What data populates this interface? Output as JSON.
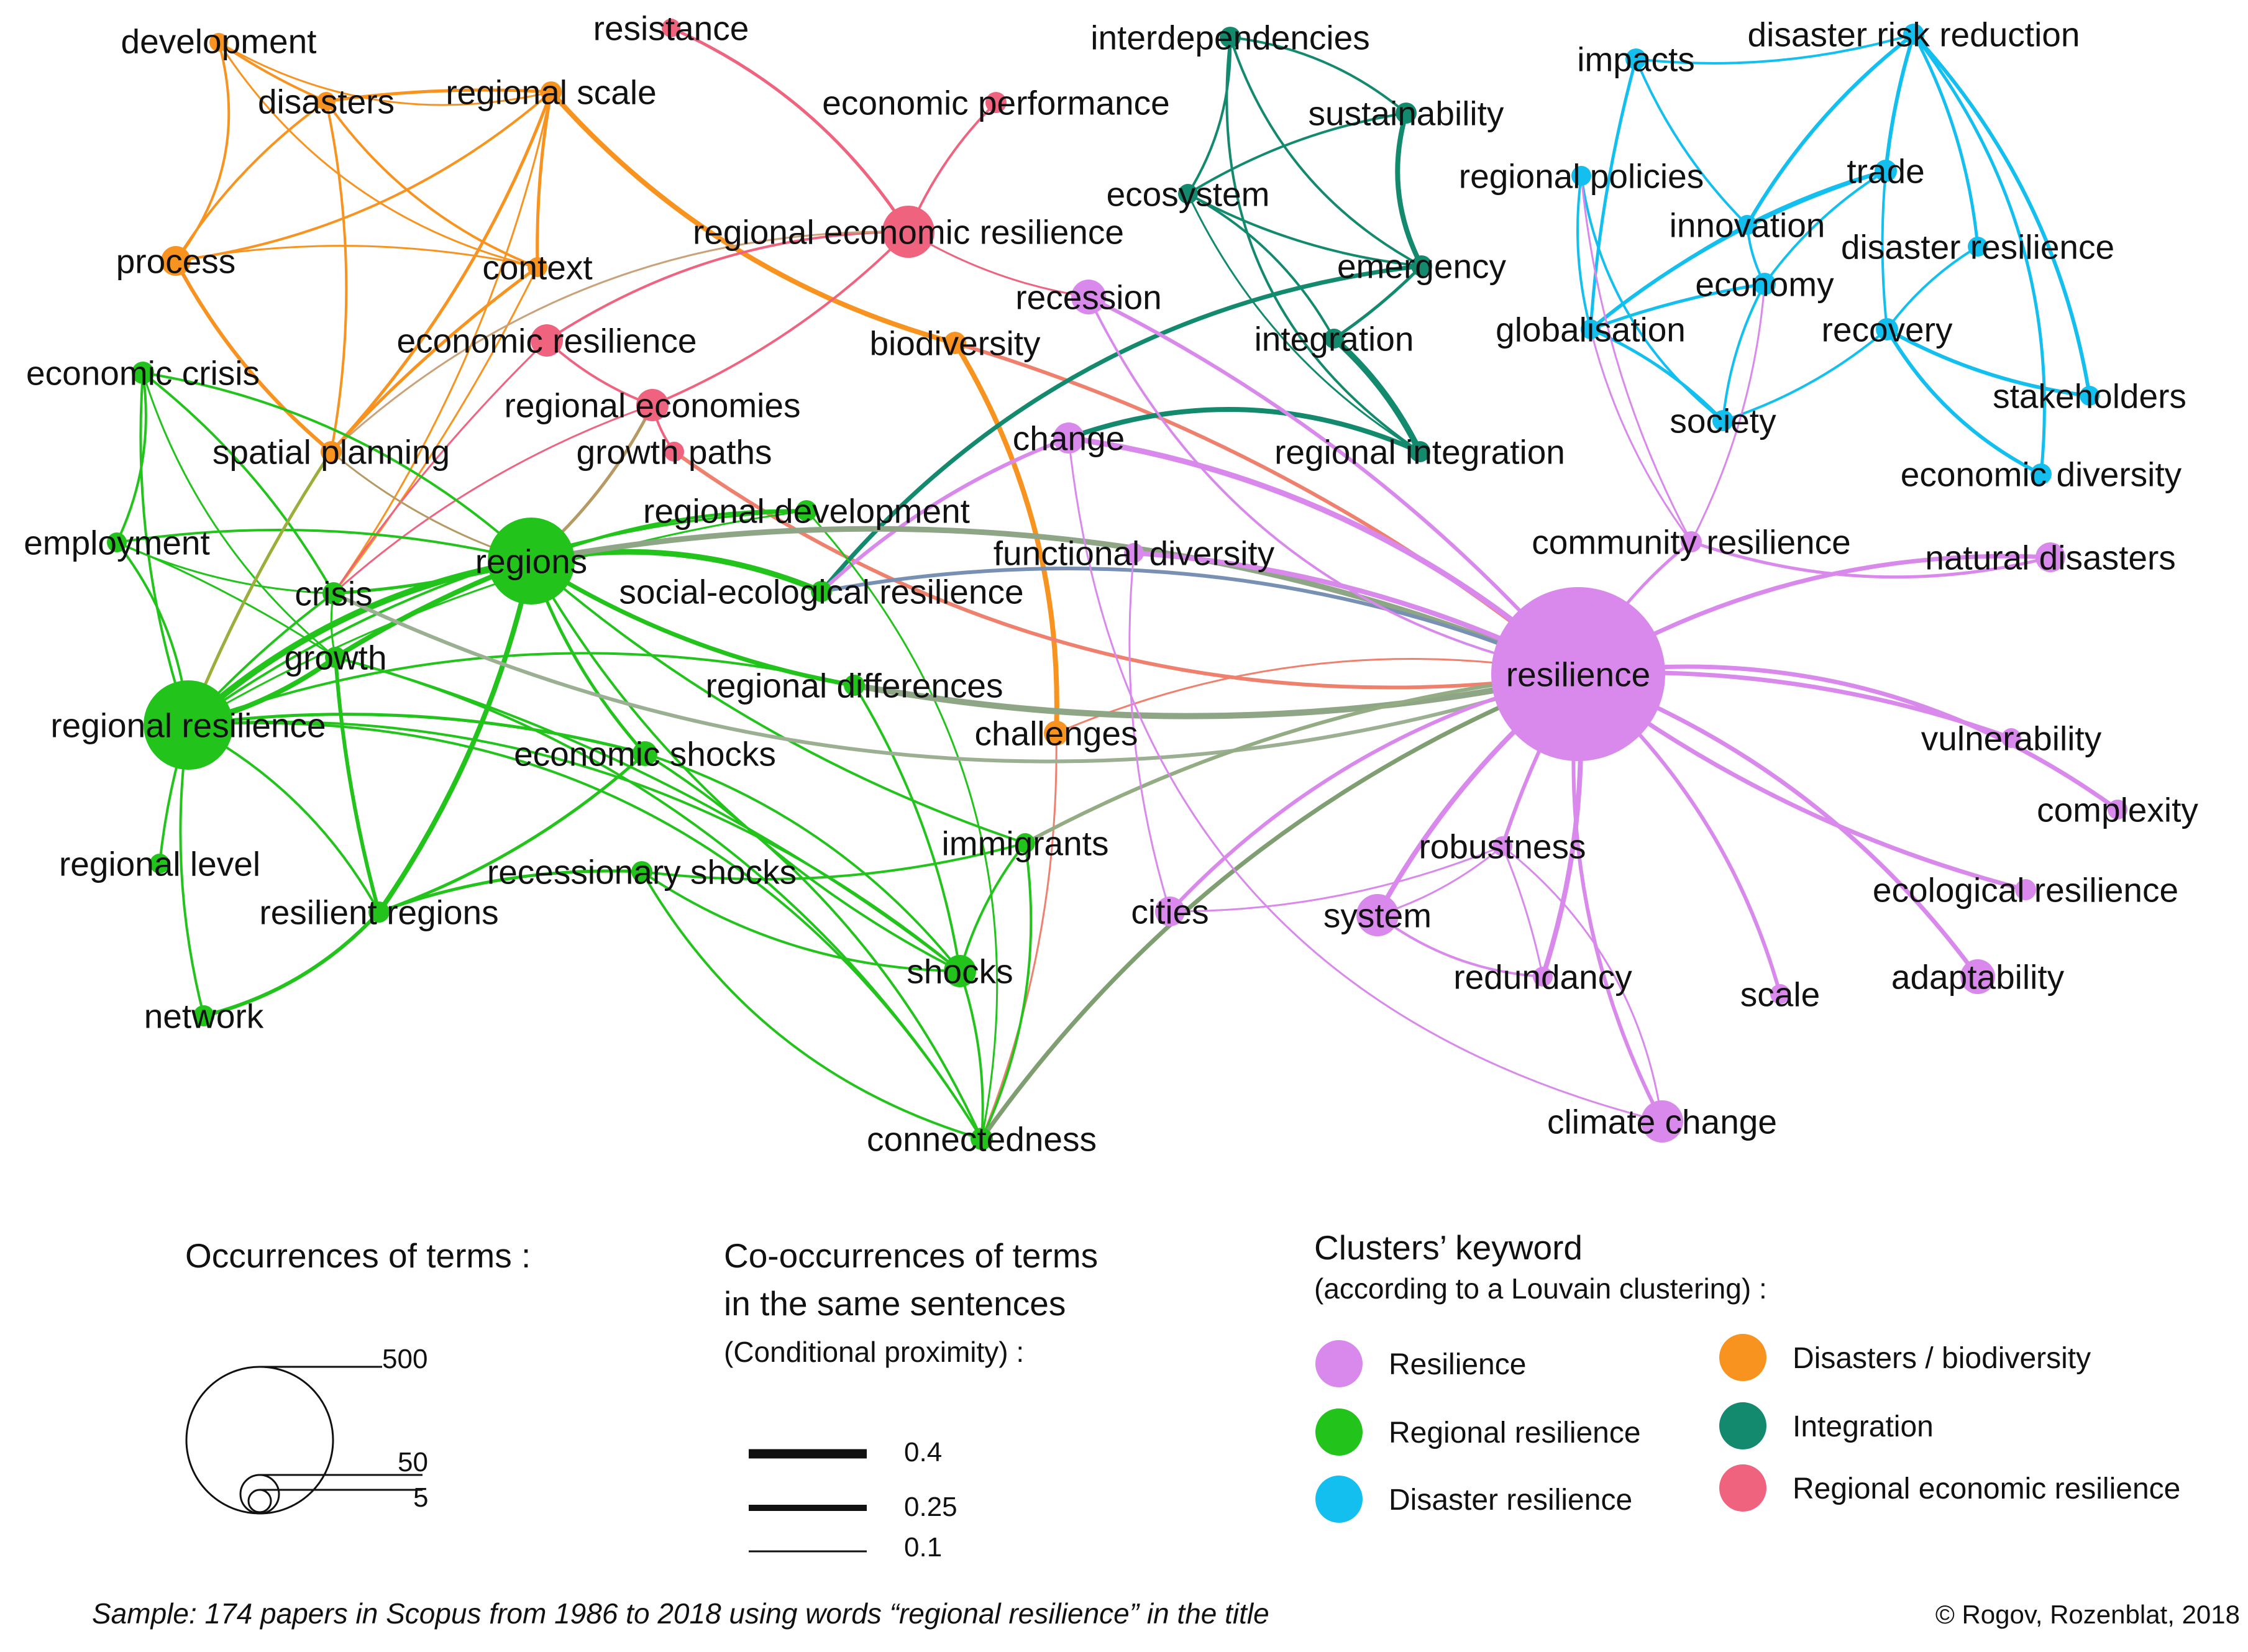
{
  "clusters": {
    "resilience": {
      "label": "Resilience",
      "color": "#D988EC"
    },
    "regional": {
      "label": "Regional resilience",
      "color": "#22C41C"
    },
    "disaster": {
      "label": "Disaster resilience",
      "color": "#12BFEE"
    },
    "biodiv": {
      "label": "Disasters / biodiversity",
      "color": "#F7931E"
    },
    "integration": {
      "label": "Integration",
      "color": "#138A6E"
    },
    "economic": {
      "label": "Regional economic resilience",
      "color": "#F0637F"
    }
  },
  "nodes": [
    {
      "id": "development",
      "label": "development",
      "cluster": "biodiv"
    },
    {
      "id": "disasters",
      "label": "disasters",
      "cluster": "biodiv"
    },
    {
      "id": "regional_scale",
      "label": "regional scale",
      "cluster": "biodiv"
    },
    {
      "id": "process",
      "label": "process",
      "cluster": "biodiv"
    },
    {
      "id": "context",
      "label": "context",
      "cluster": "biodiv"
    },
    {
      "id": "spatial_planning",
      "label": "spatial planning",
      "cluster": "biodiv"
    },
    {
      "id": "biodiversity",
      "label": "biodiversity",
      "cluster": "biodiv"
    },
    {
      "id": "challenges",
      "label": "challenges",
      "cluster": "biodiv"
    },
    {
      "id": "resistance",
      "label": "resistance",
      "cluster": "economic"
    },
    {
      "id": "economic_performance",
      "label": "economic performance",
      "cluster": "economic"
    },
    {
      "id": "regional_economic_resilience",
      "label": "regional economic resilience",
      "cluster": "economic"
    },
    {
      "id": "economic_resilience",
      "label": "economic resilience",
      "cluster": "economic"
    },
    {
      "id": "regional_economies",
      "label": "regional economies",
      "cluster": "economic"
    },
    {
      "id": "growth_paths",
      "label": "growth paths",
      "cluster": "economic"
    },
    {
      "id": "interdependencies",
      "label": "interdependencies",
      "cluster": "integration"
    },
    {
      "id": "sustainability",
      "label": "sustainability",
      "cluster": "integration"
    },
    {
      "id": "ecosystem",
      "label": "ecosystem",
      "cluster": "integration"
    },
    {
      "id": "emergency",
      "label": "emergency",
      "cluster": "integration"
    },
    {
      "id": "integration",
      "label": "integration",
      "cluster": "integration"
    },
    {
      "id": "regional_integration",
      "label": "regional integration",
      "cluster": "integration"
    },
    {
      "id": "impacts",
      "label": "impacts",
      "cluster": "disaster"
    },
    {
      "id": "disaster_risk_reduction",
      "label": "disaster risk reduction",
      "cluster": "disaster"
    },
    {
      "id": "regional_policies",
      "label": "regional policies",
      "cluster": "disaster"
    },
    {
      "id": "trade",
      "label": "trade",
      "cluster": "disaster"
    },
    {
      "id": "innovation",
      "label": "innovation",
      "cluster": "disaster"
    },
    {
      "id": "disaster_resilience",
      "label": "disaster resilience",
      "cluster": "disaster"
    },
    {
      "id": "economy",
      "label": "economy",
      "cluster": "disaster"
    },
    {
      "id": "globalisation",
      "label": "globalisation",
      "cluster": "disaster"
    },
    {
      "id": "recovery",
      "label": "recovery",
      "cluster": "disaster"
    },
    {
      "id": "stakeholders",
      "label": "stakeholders",
      "cluster": "disaster"
    },
    {
      "id": "society",
      "label": "society",
      "cluster": "disaster"
    },
    {
      "id": "economic_diversity",
      "label": "economic diversity",
      "cluster": "disaster"
    },
    {
      "id": "economic_crisis",
      "label": "economic crisis",
      "cluster": "regional"
    },
    {
      "id": "employment",
      "label": "employment",
      "cluster": "regional"
    },
    {
      "id": "crisis",
      "label": "crisis",
      "cluster": "regional"
    },
    {
      "id": "regions",
      "label": "regions",
      "cluster": "regional"
    },
    {
      "id": "regional_development",
      "label": "regional development",
      "cluster": "regional"
    },
    {
      "id": "growth",
      "label": "growth",
      "cluster": "regional"
    },
    {
      "id": "regional_resilience",
      "label": "regional resilience",
      "cluster": "regional"
    },
    {
      "id": "regional_differences",
      "label": "regional differences",
      "cluster": "regional"
    },
    {
      "id": "economic_shocks",
      "label": "economic shocks",
      "cluster": "regional"
    },
    {
      "id": "regional_level",
      "label": "regional level",
      "cluster": "regional"
    },
    {
      "id": "recessionary_shocks",
      "label": "recessionary shocks",
      "cluster": "regional"
    },
    {
      "id": "resilient_regions",
      "label": "resilient regions",
      "cluster": "regional"
    },
    {
      "id": "network",
      "label": "network",
      "cluster": "regional"
    },
    {
      "id": "immigrants",
      "label": "immigrants",
      "cluster": "regional"
    },
    {
      "id": "shocks",
      "label": "shocks",
      "cluster": "regional"
    },
    {
      "id": "connectedness",
      "label": "connectedness",
      "cluster": "regional"
    },
    {
      "id": "social_ecological_resilience",
      "label": "social-ecological resilience",
      "cluster": "regional"
    },
    {
      "id": "recession",
      "label": "recession",
      "cluster": "resilience"
    },
    {
      "id": "change",
      "label": "change",
      "cluster": "resilience"
    },
    {
      "id": "functional_diversity",
      "label": "functional diversity",
      "cluster": "resilience"
    },
    {
      "id": "community_resilience",
      "label": "community resilience",
      "cluster": "resilience"
    },
    {
      "id": "natural_disasters",
      "label": "natural disasters",
      "cluster": "resilience"
    },
    {
      "id": "resilience",
      "label": "resilience",
      "cluster": "resilience"
    },
    {
      "id": "vulnerability",
      "label": "vulnerability",
      "cluster": "resilience"
    },
    {
      "id": "complexity",
      "label": "complexity",
      "cluster": "resilience"
    },
    {
      "id": "robustness",
      "label": "robustness",
      "cluster": "resilience"
    },
    {
      "id": "ecological_resilience",
      "label": "ecological resilience",
      "cluster": "resilience"
    },
    {
      "id": "cities",
      "label": "cities",
      "cluster": "resilience"
    },
    {
      "id": "system",
      "label": "system",
      "cluster": "resilience"
    },
    {
      "id": "redundancy",
      "label": "redundancy",
      "cluster": "resilience"
    },
    {
      "id": "adaptability",
      "label": "adaptability",
      "cluster": "resilience"
    },
    {
      "id": "scale",
      "label": "scale",
      "cluster": "resilience"
    },
    {
      "id": "climate_change",
      "label": "climate change",
      "cluster": "resilience"
    }
  ],
  "legend": {
    "occurrences": {
      "title": "Occurrences of terms :",
      "values": [
        "500",
        "50",
        "5"
      ]
    },
    "cooccurrences": {
      "title_line1": "Co-occurrences of terms",
      "title_line2": "in the same sentences",
      "subtitle": "(Conditional proximity) :",
      "values": [
        "0.4",
        "0.25",
        "0.1"
      ]
    },
    "clusters": {
      "title": "Clusters’ keyword",
      "subtitle": "(according to a Louvain clustering) :"
    }
  },
  "footer": {
    "sample": "Sample: 174 papers in Scopus from 1986 to 2018 using words “regional resilience” in the title",
    "credit": "© Rogov, Rozenblat, 2018"
  }
}
